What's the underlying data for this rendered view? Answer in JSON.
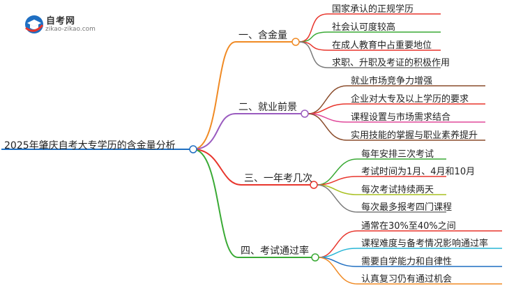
{
  "logo": {
    "title": "自考网",
    "url": "zikao-zikao.com"
  },
  "root": {
    "label": "2025年肇庆自考大专学历的含金量分析",
    "color": "#1f6fc2"
  },
  "branches": [
    {
      "label": "一、含金量",
      "color": "#f08a24",
      "children": [
        {
          "label": "国家承认的正规学历",
          "color": "#e8352c"
        },
        {
          "label": "社会认可度较高",
          "color": "#3aaa35"
        },
        {
          "label": "在成人教育中占重要地位",
          "color": "#e8352c"
        },
        {
          "label": "求职、升职及考证的积极作用",
          "color": "#7a7a7a"
        }
      ]
    },
    {
      "label": "二、就业前景",
      "color": "#9a5bbf",
      "children": [
        {
          "label": "就业市场竞争力增强",
          "color": "#8a4b2a"
        },
        {
          "label": "企业对大专及以上学历的要求",
          "color": "#e8352c"
        },
        {
          "label": "课程设置与市场需求结合",
          "color": "#e0489a"
        },
        {
          "label": "实用技能的掌握与职业素养提升",
          "color": "#8a4b2a"
        }
      ]
    },
    {
      "label": "三、一年考几次",
      "color": "#e8352c",
      "children": [
        {
          "label": "每年安排三次考试",
          "color": "#3aaa35"
        },
        {
          "label": "考试时间为1月、4月和10月",
          "color": "#e8352c"
        },
        {
          "label": "每次考试持续两天",
          "color": "#a8c020"
        },
        {
          "label": "每次最多报考四门课程",
          "color": "#7a7a7a"
        }
      ]
    },
    {
      "label": "四、考试通过率",
      "color": "#3aaa35",
      "children": [
        {
          "label": "通常在30%至40%之间",
          "color": "#e8352c"
        },
        {
          "label": "课程难度与备考情况影响通过率",
          "color": "#29b6d6"
        },
        {
          "label": "需要自学能力和自律性",
          "color": "#1f6fc2"
        },
        {
          "label": "认真复习仍有通过机会",
          "color": "#f08a24"
        }
      ]
    }
  ]
}
